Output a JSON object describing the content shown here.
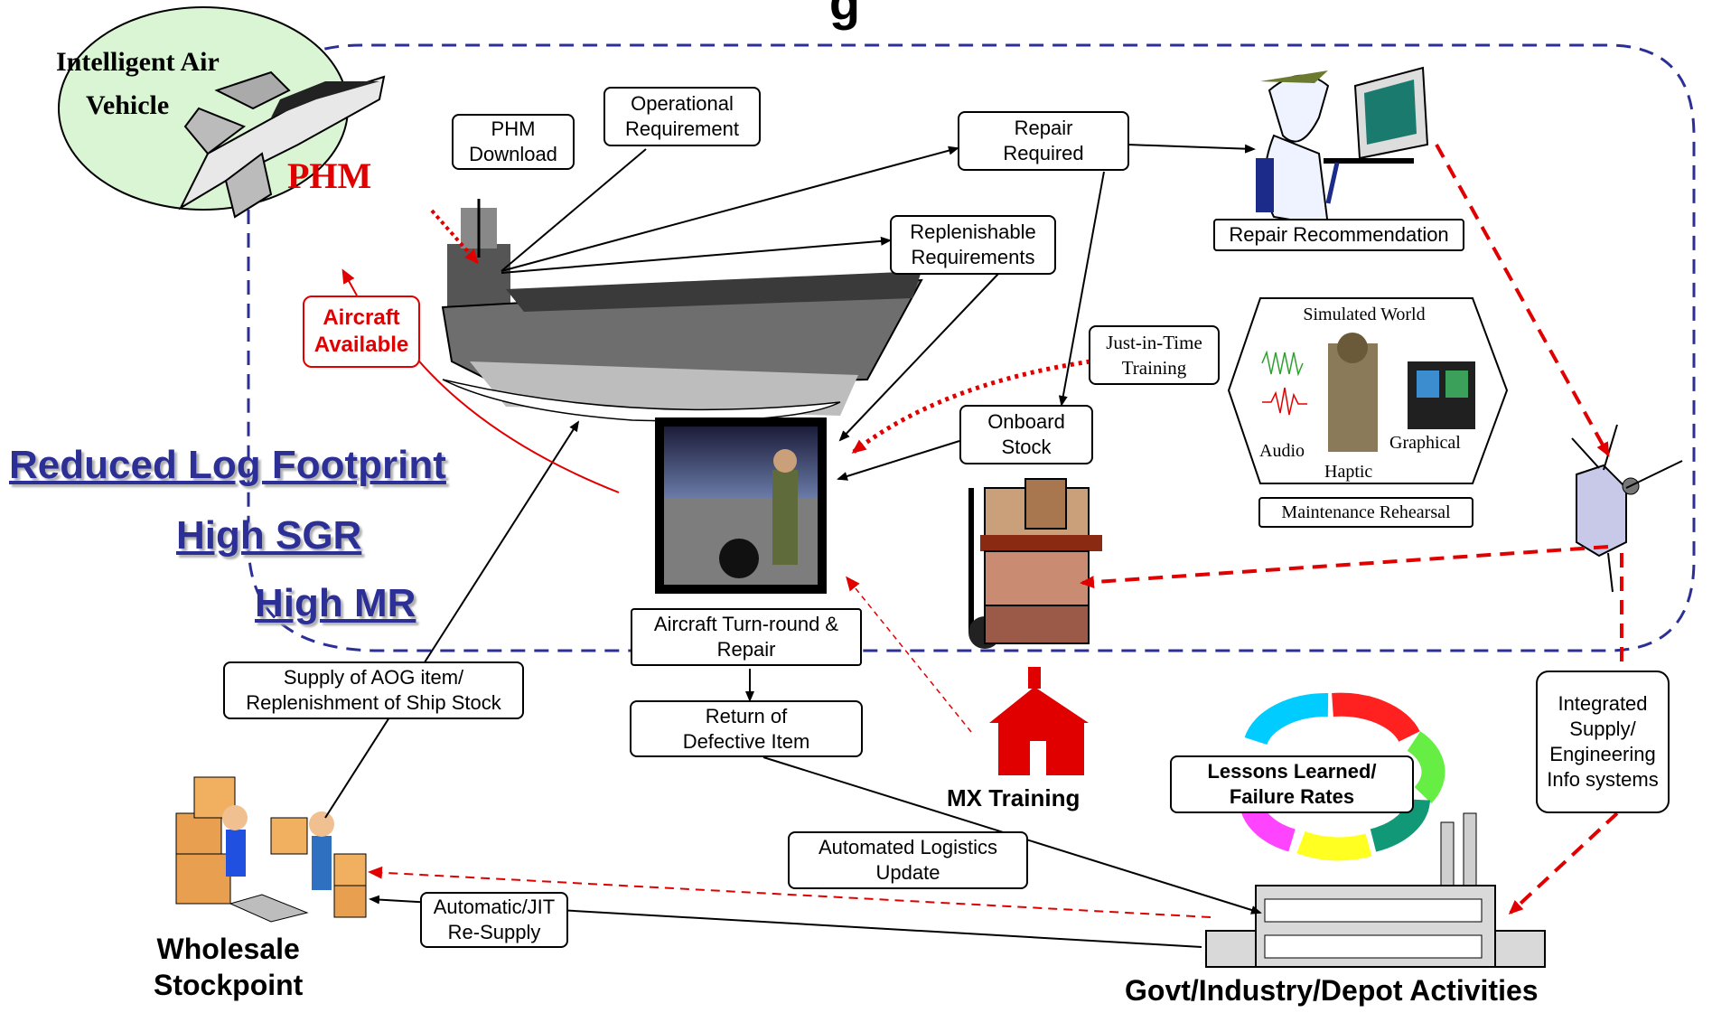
{
  "header": {
    "title_fragment": "g"
  },
  "air_vehicle": {
    "line1": "Intelligent Air",
    "line2": "Vehicle",
    "phm": "PHM"
  },
  "boxes": {
    "phm_download": [
      "PHM",
      "Download"
    ],
    "operational_requirement": [
      "Operational",
      "Requirement"
    ],
    "repair_required": [
      "Repair",
      "Required"
    ],
    "replenishable_requirements": [
      "Replenishable",
      "Requirements"
    ],
    "repair_recommendation": [
      "Repair Recommendation"
    ],
    "just_in_time_training": [
      "Just-in-Time",
      "Training"
    ],
    "onboard_stock": [
      "Onboard",
      "Stock"
    ],
    "aircraft_turn_round": [
      "Aircraft Turn-round &",
      "Repair"
    ],
    "return_defective": [
      "Return of",
      "Defective Item"
    ],
    "supply_aog": [
      "Supply of AOG item/",
      "Replenishment of  Ship Stock"
    ],
    "automated_logistics": [
      "Automated Logistics",
      "Update"
    ],
    "automatic_jit": [
      "Automatic/JIT",
      "Re-Supply"
    ],
    "lessons_learned": [
      "Lessons Learned/",
      "Failure Rates"
    ],
    "integrated_supply": [
      "Integrated",
      "Supply/",
      "Engineering",
      "Info systems"
    ],
    "maintenance_rehearsal": [
      "Maintenance Rehearsal"
    ]
  },
  "aircraft_available": [
    "Aircraft",
    "Available"
  ],
  "simulation": {
    "title": "Simulated World",
    "audio": "Audio",
    "haptic": "Haptic",
    "graphical": "Graphical"
  },
  "metrics": [
    "Reduced Log Footprint",
    "High SGR",
    "High MR"
  ],
  "labels": {
    "mx_training": "MX Training",
    "wholesale": [
      "Wholesale",
      "Stockpoint"
    ],
    "govt": "Govt/Industry/Depot Activities"
  },
  "colors": {
    "accent_blue": "#2b2f96",
    "alert_red": "#e00000",
    "ellipse_fill": "#d9f5d3"
  }
}
